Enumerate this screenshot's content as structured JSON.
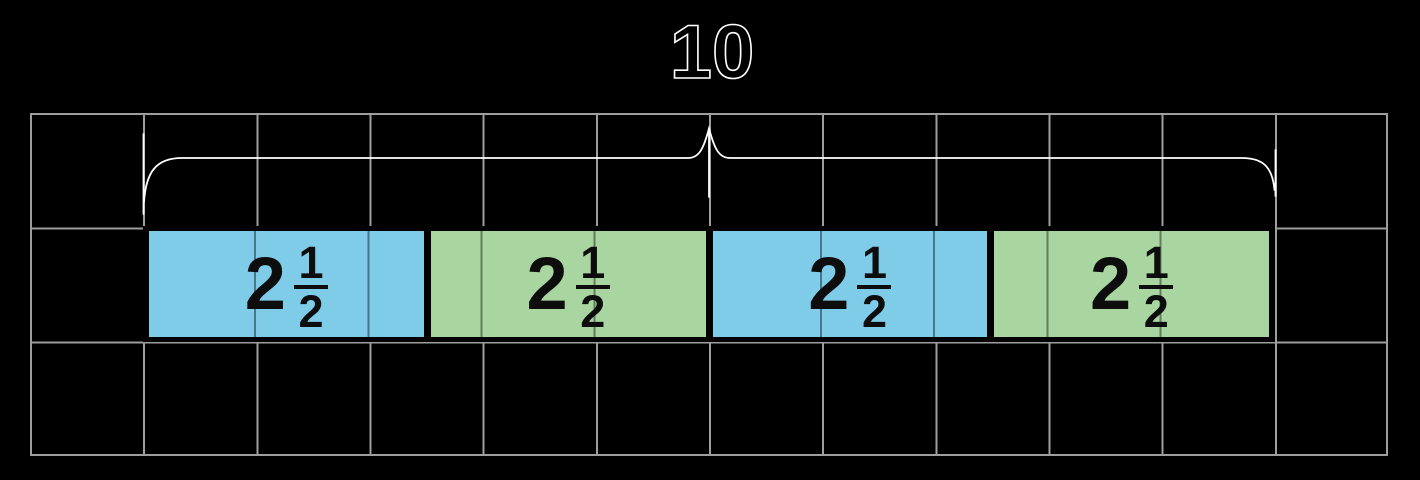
{
  "diagram": {
    "total_label": "10",
    "unit_grid": {
      "columns": 12,
      "rows": 3
    },
    "bar": {
      "length_units": 10,
      "segments_count": 4,
      "segment_length_units": 2.5
    },
    "segments": [
      {
        "whole": "2",
        "numerator": "1",
        "denominator": "2",
        "fill": "blue"
      },
      {
        "whole": "2",
        "numerator": "1",
        "denominator": "2",
        "fill": "green"
      },
      {
        "whole": "2",
        "numerator": "1",
        "denominator": "2",
        "fill": "blue"
      },
      {
        "whole": "2",
        "numerator": "1",
        "denominator": "2",
        "fill": "green"
      }
    ],
    "colors": {
      "blue": "#7fcce9",
      "green": "#a9d5a0",
      "grid_line": "#9e9e9e",
      "background": "#000000",
      "border": "#000000",
      "brace": "#ffffff",
      "label_text": "#0d0d0d"
    }
  }
}
